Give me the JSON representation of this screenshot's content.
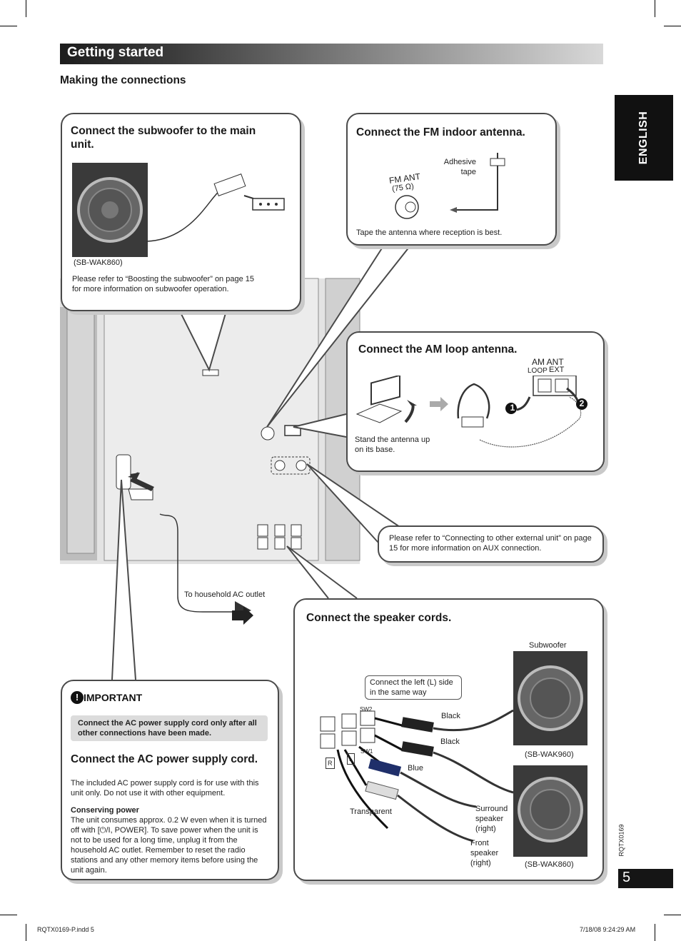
{
  "header": {
    "title": "Getting started",
    "subtitle": "Making the connections"
  },
  "language_tab": "ENGLISH",
  "subwoofer_bubble": {
    "title": "Connect the subwoofer to the main unit.",
    "model": "(SB-WAK860)",
    "note": "Please refer to “Boosting the subwoofer” on page 15 for more information on subwoofer operation."
  },
  "fm_bubble": {
    "title": "Connect the FM indoor antenna.",
    "label_tape": "Adhesive tape",
    "label_fm_ant": "FM ANT",
    "label_ohm": "(75 Ω)",
    "note": "Tape the antenna where reception is best."
  },
  "am_bubble": {
    "title": "Connect the AM loop antenna.",
    "label_am_ant": "AM ANT",
    "label_loop": "LOOP",
    "label_ext": "EXT",
    "step1": "1",
    "step2": "2",
    "note": "Stand the antenna up on its base."
  },
  "aux_bubble": {
    "note": "Please refer to “Connecting to other external unit” on page 15 for more information on AUX connection."
  },
  "ac_outlet_label": "To household AC outlet",
  "speaker_bubble": {
    "title": "Connect the speaker cords.",
    "callout": "Connect the left (L) side in the same way",
    "label_subwoofer": "Subwoofer",
    "model_top": "(SB-WAK960)",
    "model_bottom": "(SB-WAK860)",
    "wire_black_1": "Black",
    "wire_black_2": "Black",
    "wire_blue": "Blue",
    "wire_transparent": "Transparent",
    "surround": "Surround speaker (right)",
    "front": "Front speaker (right)",
    "term_sw2": "SW2",
    "term_sw1": "SW1",
    "term_r": "R",
    "term_l": "L"
  },
  "important_bubble": {
    "heading": "IMPORTANT",
    "warning": "Connect the AC power supply cord only after all other connections have been made.",
    "title": "Connect the AC power supply cord.",
    "body": "The included AC power supply cord is for use with this unit only. Do not use it with other equipment.",
    "conserving_title": "Conserving power",
    "conserving_body": "The unit consumes approx. 0.2 W even when it is turned off with [⏻/I, POWER]. To save power when the unit is not to be used for a long time, unplug it from the household AC outlet. Remember to reset the radio stations and any other memory items before using the unit again."
  },
  "side_code": "RQTX0169",
  "page_number": "5",
  "footer": {
    "left": "RQTX0169-P.indd   5",
    "right": "7/18/08   9:24:29 AM"
  }
}
